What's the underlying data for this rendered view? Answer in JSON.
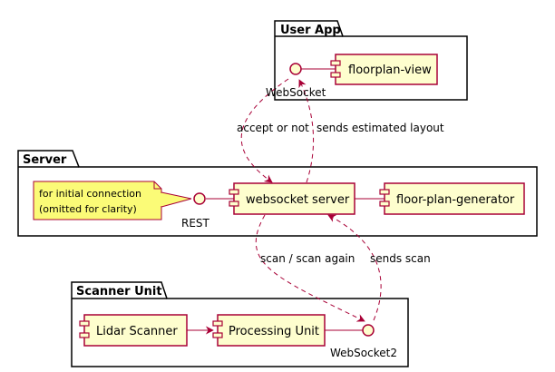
{
  "colors": {
    "component_fill": "#FEFECE",
    "component_border": "#A80036",
    "note_fill": "#FBFB77",
    "package_border": "#000000",
    "arrow": "#A80036"
  },
  "packages": {
    "user_app": "User App",
    "server": "Server",
    "scanner_unit": "Scanner Unit"
  },
  "components": {
    "floorplan_view": "floorplan-view",
    "websocket_server": "websocket server",
    "floor_plan_generator": "floor-plan-generator",
    "lidar_scanner": "Lidar Scanner",
    "processing_unit": "Processing Unit"
  },
  "interfaces": {
    "websocket": "WebSocket",
    "rest": "REST",
    "websocket2": "WebSocket2"
  },
  "note": {
    "line1": "for initial connection",
    "line2": "(omitted for clarity)"
  },
  "edges": {
    "accept_or_not": "accept or not",
    "sends_estimated_layout": "sends estimated layout",
    "scan_again": "scan / scan again",
    "sends_scan": "sends scan"
  }
}
